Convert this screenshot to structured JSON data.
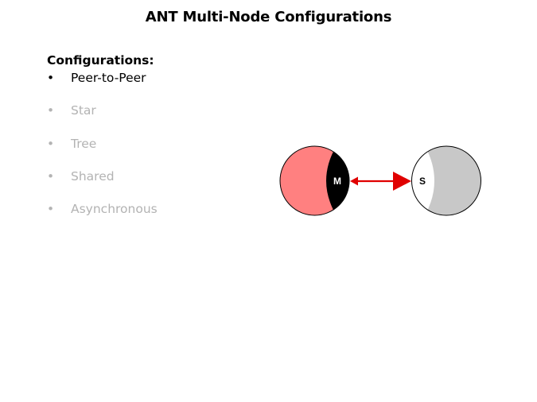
{
  "slide": {
    "title": "ANT Multi-Node Configurations",
    "section_heading": "Configurations:",
    "bullet_glyph": "•",
    "items": [
      {
        "label": "Peer-to-Peer",
        "state": "active"
      },
      {
        "label": "Star",
        "state": "dim"
      },
      {
        "label": "Tree",
        "state": "dim"
      },
      {
        "label": "Shared",
        "state": "dim"
      },
      {
        "label": "Asynchronous",
        "state": "dim"
      }
    ]
  },
  "diagram": {
    "master_node": {
      "letter": "M",
      "body_color": "#ff8080",
      "cap_color": "#000000",
      "letter_color": "#ffffff"
    },
    "slave_node": {
      "letter": "S",
      "body_color": "#c8c8c8",
      "cap_color": "#ffffff",
      "letter_color": "#000000"
    },
    "link": {
      "type": "bidirectional-arrow",
      "color": "#e00000"
    }
  }
}
